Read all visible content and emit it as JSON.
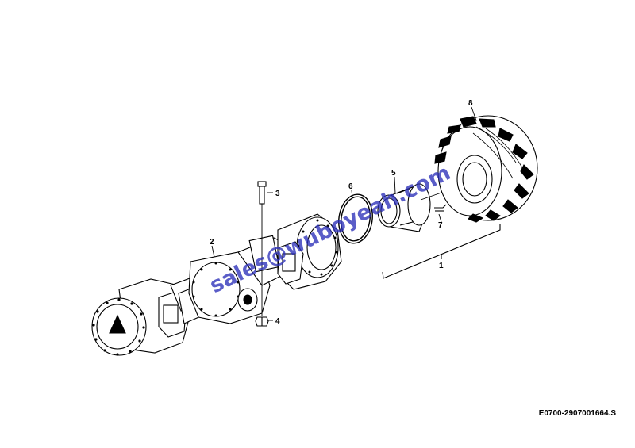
{
  "diagram": {
    "callouts": {
      "c1": "1",
      "c2": "2",
      "c3": "3",
      "c4": "4",
      "c5": "5",
      "c6": "6",
      "c7": "7",
      "c8": "8"
    },
    "drawing_code": "E0700-2907001664.S",
    "watermark": "sales@wuboyeah.com"
  }
}
